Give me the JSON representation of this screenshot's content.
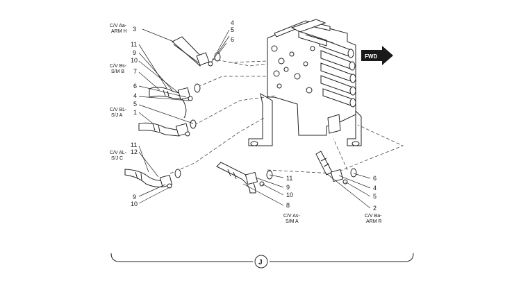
{
  "diagram": {
    "fwd_arrow_label": "FWD",
    "view_marker": "J",
    "hose_labels": {
      "top_left": [
        "C/V Aa-",
        "ARM H"
      ],
      "mid_left_1": [
        "C/V Bs-",
        "S/M B"
      ],
      "mid_left_2": [
        "C/V BL-",
        "S/J A"
      ],
      "low_left": [
        "C/V AL-",
        "S/J C"
      ],
      "bottom_mid": [
        "C/V As-",
        "S/M A"
      ],
      "bottom_right": [
        "C/V Ba-",
        "ARM R"
      ]
    },
    "callouts": {
      "c3": "3",
      "c4a": "4",
      "c5a": "5",
      "c6a": "6",
      "c11a": "11",
      "c9a": "9",
      "c10a": "10",
      "c7": "7",
      "c6b": "6",
      "c4b": "4",
      "c5b": "5",
      "c1": "1",
      "c11b": "11",
      "c12": "12",
      "c9b": "9",
      "c10b": "10",
      "c11c": "11",
      "c9c": "9",
      "c10c": "10",
      "c8": "8",
      "c6c": "6",
      "c4c": "4",
      "c5c": "5",
      "c2": "2"
    }
  }
}
